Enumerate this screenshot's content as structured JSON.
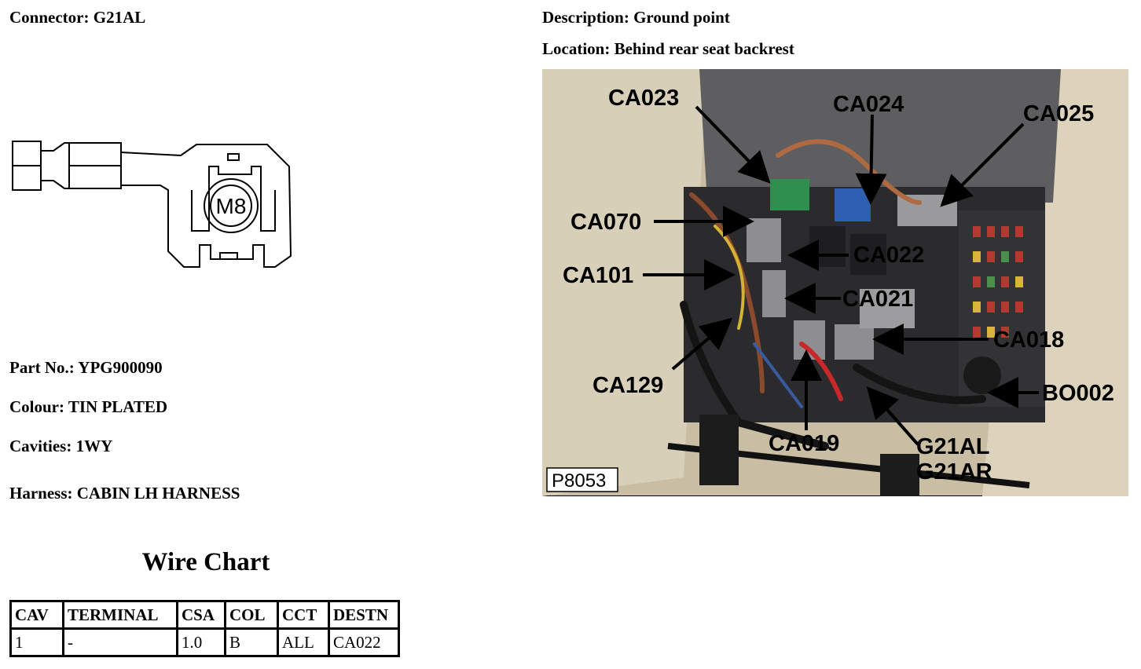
{
  "connector": {
    "label": "Connector:",
    "value": "G21AL"
  },
  "description": {
    "label": "Description:",
    "value": "Ground point"
  },
  "location": {
    "label": "Location:",
    "value": "Behind rear seat backrest"
  },
  "part_no": {
    "label": "Part No.:",
    "value": "YPG900090"
  },
  "colour": {
    "label": "Colour:",
    "value": "TIN PLATED"
  },
  "cavities": {
    "label": "Cavities:",
    "value": "1WY"
  },
  "harness": {
    "label": "Harness:",
    "value": "CABIN LH HARNESS"
  },
  "drawing": {
    "terminal_text": "M8"
  },
  "wire_chart": {
    "title": "Wire Chart",
    "headers": [
      "CAV",
      "TERMINAL",
      "CSA",
      "COL",
      "CCT",
      "DESTN"
    ],
    "rows": [
      [
        "1",
        "-",
        "1.0",
        "B",
        "ALL",
        "CA022"
      ]
    ]
  },
  "photo": {
    "ref": "P8053",
    "callouts": [
      "CA023",
      "CA024",
      "CA025",
      "CA070",
      "CA022",
      "CA101",
      "CA021",
      "CA018",
      "CA129",
      "BO002",
      "CA019",
      "G21AL",
      "G21AR"
    ]
  },
  "colors": {
    "text": "#000000",
    "background": "#ffffff"
  }
}
